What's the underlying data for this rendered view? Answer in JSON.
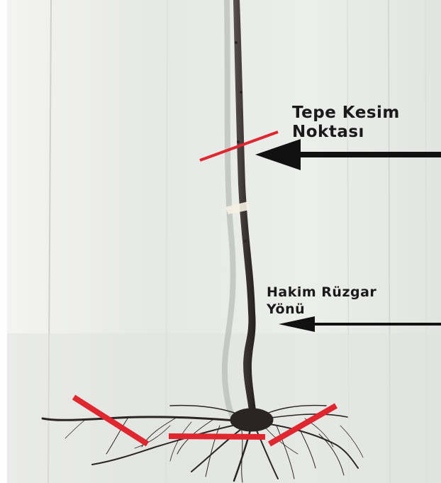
{
  "annotations": {
    "top_cut": {
      "line1": "Tepe Kesim",
      "line2": "Noktası"
    },
    "wind": {
      "line1": "Hakim Rüzgar",
      "line2": "Yönü"
    }
  },
  "colors": {
    "background": "#e9ebe8",
    "marker": "#e0262e",
    "arrow": "#111111",
    "stem": "#3a3433",
    "roots": "#2a2524"
  },
  "icons": [
    "top-cut-arrow-icon",
    "wind-direction-arrow-icon"
  ]
}
